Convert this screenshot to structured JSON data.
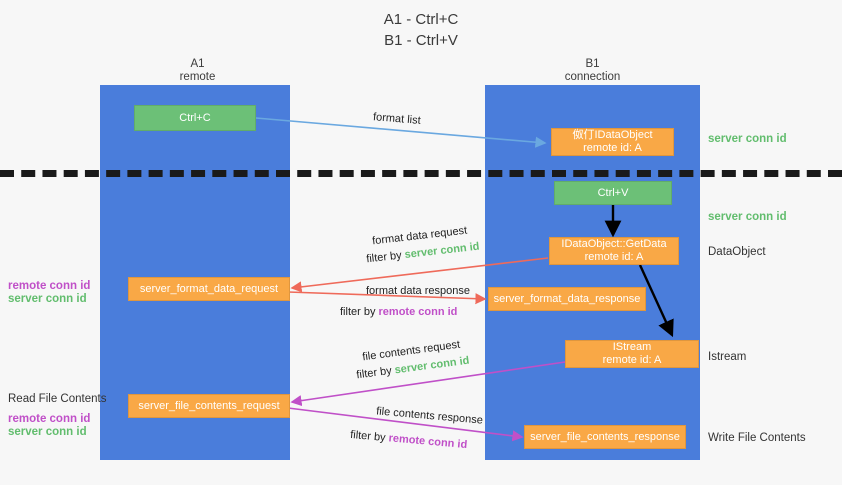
{
  "title": {
    "line1": "A1 - Ctrl+C",
    "line2": "B1 - Ctrl+V"
  },
  "lanes": [
    {
      "id": "A1",
      "name": "A1",
      "sub": "remote"
    },
    {
      "id": "B1",
      "name": "B1",
      "sub": "connection"
    }
  ],
  "boxes": {
    "ctrl_c": {
      "label": "Ctrl+C",
      "color": "#6cc077"
    },
    "ctrl_v": {
      "label": "Ctrl+V",
      "color": "#6cc077"
    },
    "idataobject_top": {
      "line1": "伮仃IDataObject",
      "line2": "remote id: A",
      "color": "#f9a846"
    },
    "getdata": {
      "line1": "IDataObject::GetData",
      "line2": "remote id: A",
      "color": "#f9a846"
    },
    "istream": {
      "line1": "IStream",
      "line2": "remote id: A",
      "color": "#f9a846"
    },
    "fmt_req": {
      "label": "server_format_data_request",
      "color": "#f9a846"
    },
    "fmt_resp": {
      "label": "server_format_data_response",
      "color": "#f9a846"
    },
    "file_req": {
      "label": "server_file_contents_request",
      "color": "#f9a846"
    },
    "file_resp": {
      "label": "server_file_contents_response",
      "color": "#f9a846"
    }
  },
  "edge_labels": {
    "format_list": "format list",
    "fmt_data_request": "format data request",
    "fmt_data_request_filter_pre": "filter by",
    "fmt_data_request_filter_key": "server conn id",
    "fmt_data_response": "format data response",
    "fmt_data_response_filter_pre": "filter by",
    "fmt_data_response_filter_key": "remote conn id",
    "file_contents_request": "file contents request",
    "file_contents_request_filter_pre": "filter by",
    "file_contents_request_filter_key": "server conn id",
    "file_contents_response": "file contents response",
    "file_contents_response_filter_pre": "filter by",
    "file_contents_response_filter_key": "remote conn id"
  },
  "right_labels": {
    "server_conn_id_1": "server conn id",
    "server_conn_id_2": "server conn id",
    "dataobject": "DataObject",
    "istream": "Istream",
    "write_file_contents": "Write File Contents"
  },
  "left_labels": {
    "remote_conn_id_1": "remote conn id",
    "server_conn_id_1": "server conn id",
    "read_file_contents": "Read File Contents",
    "remote_conn_id_2": "remote conn id",
    "server_conn_id_2": "server conn id"
  },
  "colors": {
    "lane": "#4a7ddb",
    "green": "#62bd6e",
    "magenta": "#c050c8",
    "orange": "#f9a846",
    "arrow_blue": "#6aa8e0",
    "arrow_red": "#ef6a5a",
    "arrow_magenta": "#c050c8",
    "arrow_black": "#000000",
    "background": "#f7f7f7"
  }
}
